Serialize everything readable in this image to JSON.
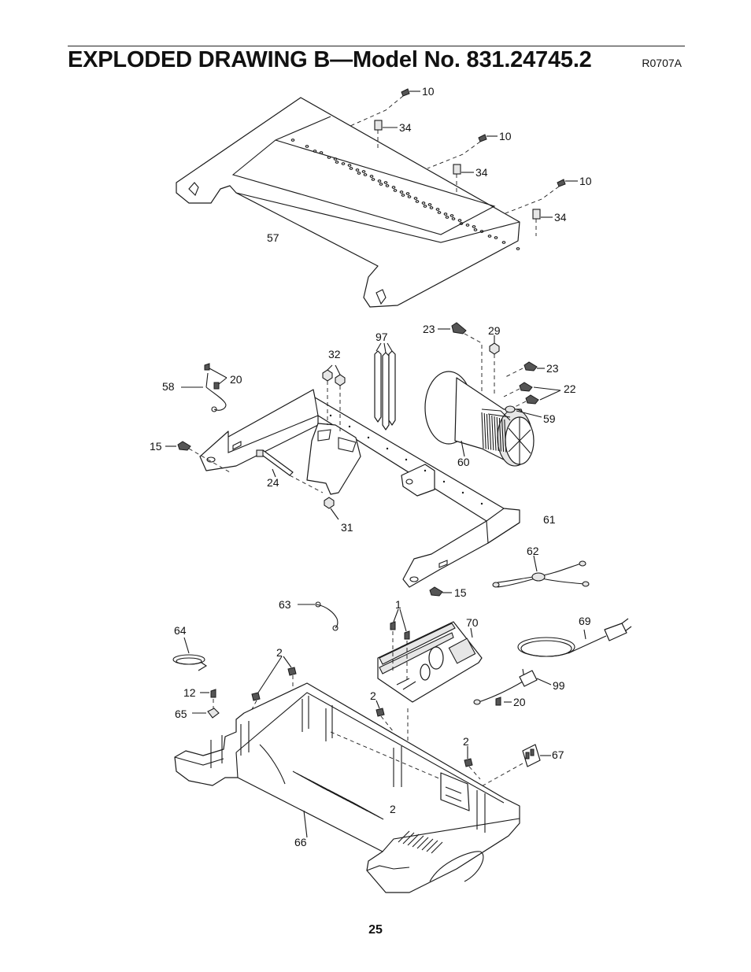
{
  "page": {
    "title": "EXPLODED DRAWING B—Model No. 831.24745.2",
    "drawing_code": "R0707A",
    "page_number": "25"
  },
  "callouts": [
    {
      "id": "c10a",
      "text": "10"
    },
    {
      "id": "c34a",
      "text": "34"
    },
    {
      "id": "c10b",
      "text": "10"
    },
    {
      "id": "c34b",
      "text": "34"
    },
    {
      "id": "c10c",
      "text": "10"
    },
    {
      "id": "c34c",
      "text": "34"
    },
    {
      "id": "c57",
      "text": "57"
    },
    {
      "id": "c23a",
      "text": "23"
    },
    {
      "id": "c29",
      "text": "29"
    },
    {
      "id": "c97",
      "text": "97"
    },
    {
      "id": "c32",
      "text": "32"
    },
    {
      "id": "c23b",
      "text": "23"
    },
    {
      "id": "c22",
      "text": "22"
    },
    {
      "id": "c58",
      "text": "58"
    },
    {
      "id": "c20a",
      "text": "20"
    },
    {
      "id": "c59",
      "text": "59"
    },
    {
      "id": "c15a",
      "text": "15"
    },
    {
      "id": "c60",
      "text": "60"
    },
    {
      "id": "c24",
      "text": "24"
    },
    {
      "id": "c31",
      "text": "31"
    },
    {
      "id": "c61",
      "text": "61"
    },
    {
      "id": "c62",
      "text": "62"
    },
    {
      "id": "c15b",
      "text": "15"
    },
    {
      "id": "c63",
      "text": "63"
    },
    {
      "id": "c1",
      "text": "1"
    },
    {
      "id": "c70",
      "text": "70"
    },
    {
      "id": "c69",
      "text": "69"
    },
    {
      "id": "c64",
      "text": "64"
    },
    {
      "id": "c2a",
      "text": "2"
    },
    {
      "id": "c99",
      "text": "99"
    },
    {
      "id": "c12",
      "text": "12"
    },
    {
      "id": "c2b",
      "text": "2"
    },
    {
      "id": "c20b",
      "text": "20"
    },
    {
      "id": "c65",
      "text": "65"
    },
    {
      "id": "c2c",
      "text": "2"
    },
    {
      "id": "c67",
      "text": "67"
    },
    {
      "id": "c2d",
      "text": "2"
    },
    {
      "id": "c66",
      "text": "66"
    }
  ]
}
